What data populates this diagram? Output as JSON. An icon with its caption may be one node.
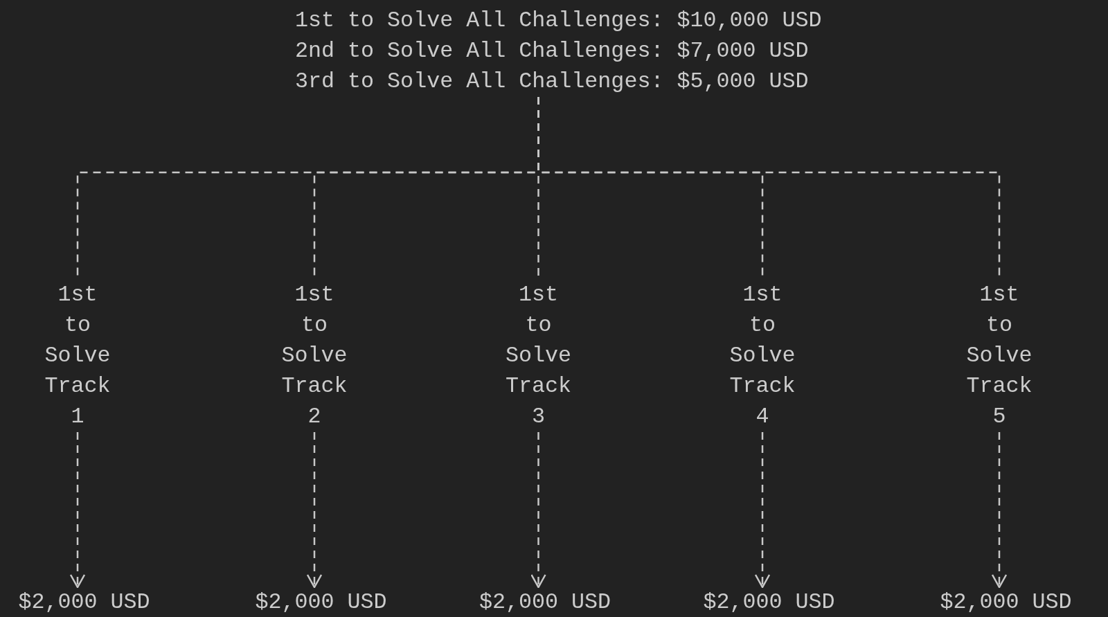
{
  "diagram": {
    "nodes": [
      {
        "text": [
          "1st to Solve All Challenges: $10,000 USD",
          "2nd to Solve All Challenges: $7,000 USD",
          "3rd to Solve All Challenges: $5,000 USD"
        ]
      },
      {
        "text": [
          "1st to Solve Track 1"
        ]
      },
      {
        "text": [
          "1st to Solve Track 2"
        ]
      },
      {
        "text": [
          "1st to Solve Track 3"
        ]
      },
      {
        "text": [
          "1st to Solve Track 4"
        ]
      },
      {
        "text": [
          "1st to Solve Track 5"
        ]
      },
      {
        "text": [
          "$2,000 USD"
        ]
      },
      {
        "text": [
          "$2,000 USD"
        ]
      },
      {
        "text": [
          "$2,000 USD"
        ]
      },
      {
        "text": [
          "$2,000 USD"
        ]
      },
      {
        "text": [
          "$2,000 USD"
        ]
      }
    ],
    "edges": [
      {
        "from": 0,
        "to": 1,
        "arrow": "none",
        "style": "dashed"
      },
      {
        "from": 0,
        "to": 2,
        "arrow": "none",
        "style": "dashed"
      },
      {
        "from": 0,
        "to": 3,
        "arrow": "none",
        "style": "dashed"
      },
      {
        "from": 0,
        "to": 4,
        "arrow": "none",
        "style": "dashed"
      },
      {
        "from": 0,
        "to": 5,
        "arrow": "none",
        "style": "dashed"
      },
      {
        "from": 1,
        "to": 6,
        "arrow": "to",
        "style": "dashed"
      },
      {
        "from": 2,
        "to": 7,
        "arrow": "to",
        "style": "dashed"
      },
      {
        "from": 3,
        "to": 8,
        "arrow": "to",
        "style": "dashed"
      },
      {
        "from": 4,
        "to": 9,
        "arrow": "to",
        "style": "dashed"
      },
      {
        "from": 5,
        "to": 10,
        "arrow": "to",
        "style": "dashed"
      }
    ]
  }
}
